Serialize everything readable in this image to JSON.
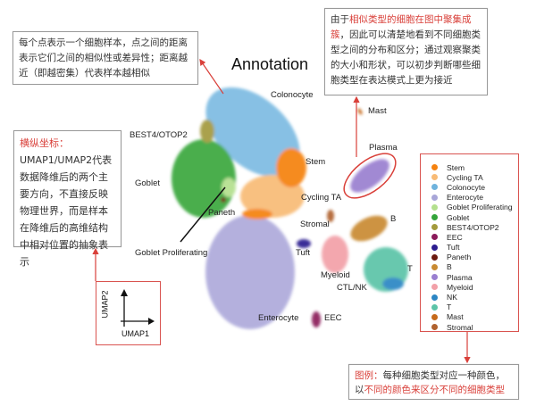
{
  "plot": {
    "title": "Annotation",
    "cluster_labels": {
      "colonocyte": "Colonocyte",
      "best4": "BEST4/OTOP2",
      "goblet": "Goblet",
      "paneth": "Paneth",
      "goblet_prolif": "Goblet Proliferating",
      "stem": "Stem",
      "cycling_ta": "Cycling TA",
      "stromal": "Stromal",
      "plasma": "Plasma",
      "mast": "Mast",
      "b": "B",
      "tuft": "Tuft",
      "myeloid": "Myeloid",
      "ctl_nk": "CTL/NK",
      "t": "T",
      "enterocyte": "Enterocyte",
      "eec": "EEC"
    },
    "axes": {
      "x": "UMAP1",
      "y": "UMAP2"
    }
  },
  "legend": [
    {
      "label": "Stem",
      "color": "#f5820f"
    },
    {
      "label": "Cycling TA",
      "color": "#f8bb76"
    },
    {
      "label": "Colonocyte",
      "color": "#6fb3dd"
    },
    {
      "label": "Enterocyte",
      "color": "#a8a6d8"
    },
    {
      "label": "Goblet Proliferating",
      "color": "#b4e08e"
    },
    {
      "label": "Goblet",
      "color": "#33a43a"
    },
    {
      "label": "BEST4/OTOP2",
      "color": "#a39a3c"
    },
    {
      "label": "EEC",
      "color": "#8b1a5a"
    },
    {
      "label": "Tuft",
      "color": "#2c1d8f"
    },
    {
      "label": "Paneth",
      "color": "#6b1a10"
    },
    {
      "label": "B",
      "color": "#c98a32"
    },
    {
      "label": "Plasma",
      "color": "#9a7fd0"
    },
    {
      "label": "Myeloid",
      "color": "#f2a0a8"
    },
    {
      "label": "NK",
      "color": "#2b86c4"
    },
    {
      "label": "T",
      "color": "#5cc4a8"
    },
    {
      "label": "Mast",
      "color": "#c66a1a"
    },
    {
      "label": "Stromal",
      "color": "#b0622e"
    }
  ],
  "annotations": {
    "points": {
      "text": "每个点表示一个细胞样本，点之间的距离表示它们之间的相似性或差异性；距离越近（即越密集）代表样本越相似"
    },
    "clusters": {
      "prefix": "由于",
      "highlight": "相似类型的细胞在图中聚集成簇",
      "rest": "，因此可以清楚地看到不同细胞类型之间的分布和区分；通过观察聚类的大小和形状，可以初步判断哪些细胞类型在表达模式上更为接近"
    },
    "axes": {
      "heading": "横纵坐标：",
      "body": "UMAP1/UMAP2代表数据降维后的两个主要方向，不直接反映物理世界，而是样本在降维后的高维结构中相对位置的抽象表示"
    },
    "legend": {
      "heading": "图例：",
      "text1": "每种细胞类型对应一种颜色，",
      "text2": "以",
      "highlight": "不同的颜色来区分不同的细胞类型"
    }
  },
  "colors": {
    "accent_red": "#d9403a"
  }
}
